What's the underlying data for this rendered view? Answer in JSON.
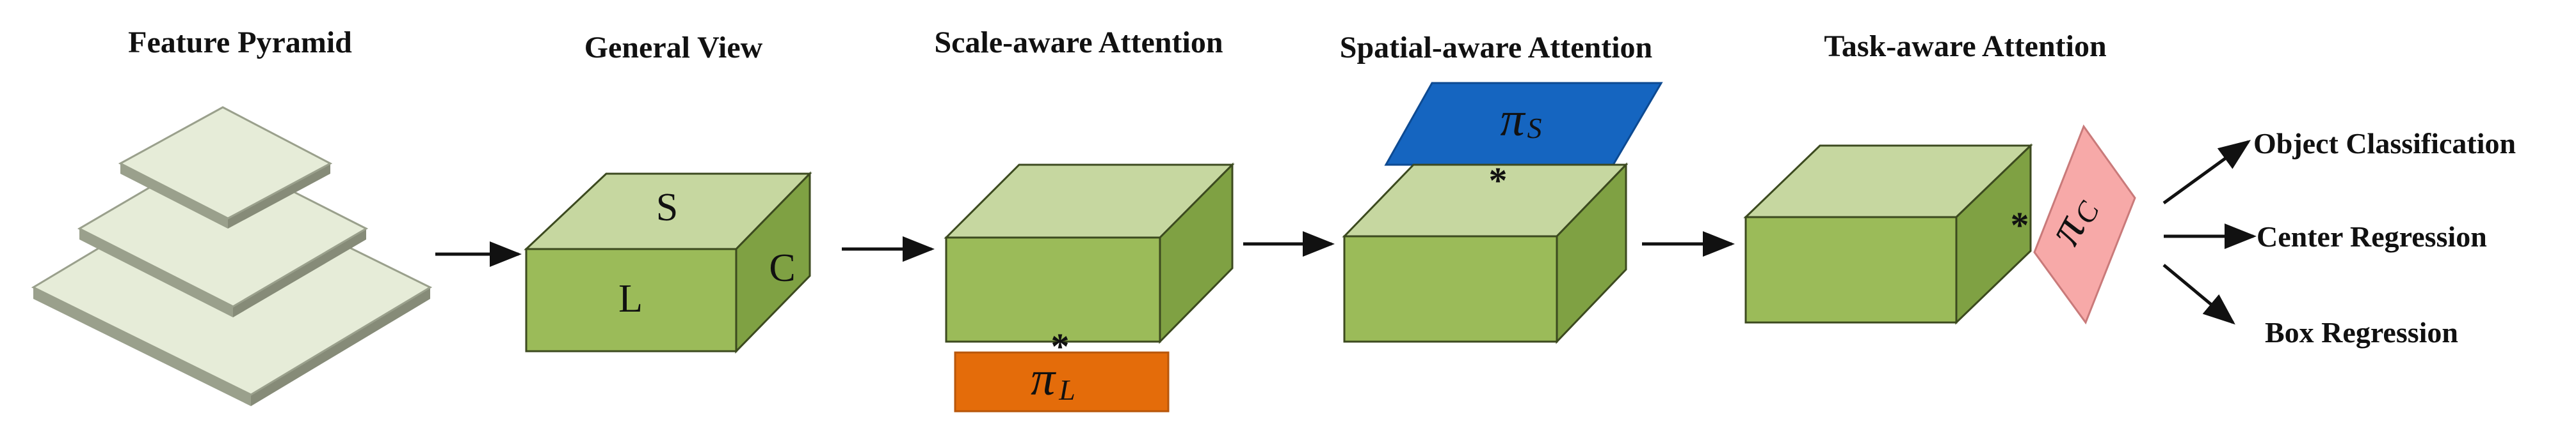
{
  "colors": {
    "layer_fill": "#e6ecd8",
    "layer_edge": "#9aa08c",
    "cube_top": "#c6d7a0",
    "cube_front": "#9bbb59",
    "cube_side": "#7fa143",
    "cube_edge": "#3c4a1f",
    "scale_attention": "#e46c0a",
    "spatial_attention": "#1565c0",
    "task_attention": "#f7a9a8",
    "arrow": "#111111"
  },
  "stages": [
    {
      "title": "Feature Pyramid"
    },
    {
      "title": "General View",
      "dims": {
        "top": "S",
        "front": "L",
        "side": "C"
      }
    },
    {
      "title": "Scale-aware Attention",
      "op": "*",
      "attention": {
        "symbol": "π",
        "subscript": "L"
      }
    },
    {
      "title": "Spatial-aware Attention",
      "op": "*",
      "attention": {
        "symbol": "π",
        "subscript": "S"
      }
    },
    {
      "title": "Task-aware Attention",
      "op": "*",
      "attention": {
        "symbol": "π",
        "subscript": "C"
      }
    }
  ],
  "outputs": [
    {
      "label": "Object Classification"
    },
    {
      "label": "Center Regression"
    },
    {
      "label": "Box Regression"
    }
  ]
}
